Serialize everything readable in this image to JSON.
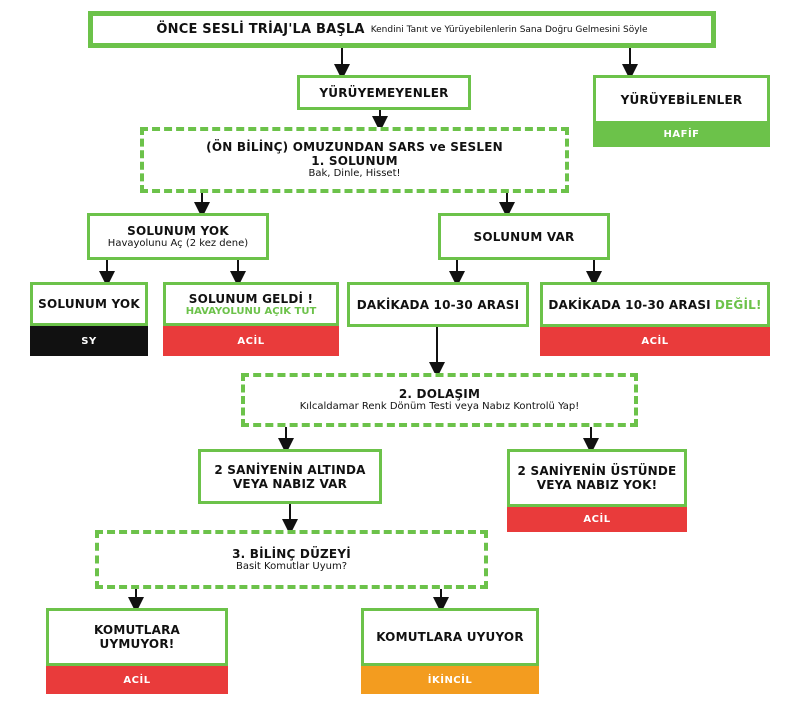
{
  "colors": {
    "green": "#6cc24a",
    "red": "#e93b3b",
    "black": "#111111",
    "orange": "#f39c1f"
  },
  "start": {
    "title": "ÖNCE SESLİ TRİAJ'LA BAŞLA",
    "text": "Kendini Tanıt ve Yürüyebilenlerin Sana Doğru Gelmesini Söyle"
  },
  "walkers": {
    "title": "YÜRÜYEBİLENLER",
    "tag": "HAFİF"
  },
  "non_walkers": {
    "title": "YÜRÜYEMEYENLER"
  },
  "breathing_check": {
    "line1": "(ÖN BİLİNÇ) OMUZUNDAN SARS ve SESLEN",
    "line2": "1. SOLUNUM",
    "line3": "Bak, Dinle, Hisset!"
  },
  "no_breathing": {
    "title": "SOLUNUM YOK",
    "text": "Havayolunu Aç (2 kez dene)"
  },
  "breathing": {
    "title": "SOLUNUM VAR"
  },
  "still_no_breathing": {
    "title": "SOLUNUM YOK",
    "tag": "SY"
  },
  "breathing_returned": {
    "title": "SOLUNUM GELDİ !",
    "text": "HAVAYOLUNU AÇIK TUT",
    "tag": "ACİL"
  },
  "rate_normal": {
    "title": "DAKİKADA 10-30 ARASI"
  },
  "rate_abnormal": {
    "title": "DAKİKADA 10-30 ARASI",
    "highlight": "DEĞİL!",
    "tag": "ACİL"
  },
  "circulation": {
    "title": "2. DOLAŞIM",
    "text": "Kılcaldamar Renk Dönüm Testi veya Nabız Kontrolü Yap!"
  },
  "cap_under": {
    "line1": "2 SANİYENİN ALTINDA",
    "line2": "VEYA NABIZ VAR"
  },
  "cap_over": {
    "line1": "2 SANİYENİN ÜSTÜNDE",
    "line2": "VEYA NABIZ YOK!",
    "tag": "ACİL"
  },
  "consciousness": {
    "title": "3. BİLİNÇ DÜZEYİ",
    "text": "Basit Komutlar Uyum?"
  },
  "not_obeying": {
    "line1": "KOMUTLARA",
    "line2": "UYMUYOR!",
    "tag": "ACİL"
  },
  "obeying": {
    "title": "KOMUTLARA UYUYOR",
    "tag": "İKİNCİL"
  }
}
